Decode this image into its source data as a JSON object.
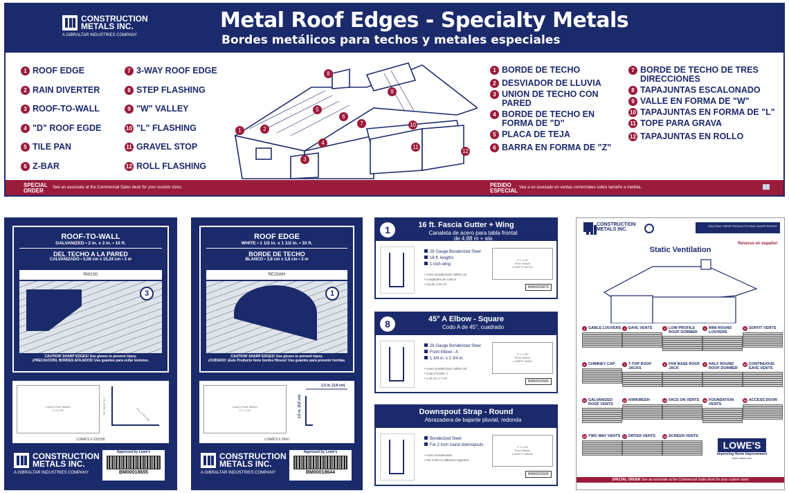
{
  "banner": {
    "logo_name": "CONSTRUCTION\nMETALS INC.",
    "logo_sub": "A GIBRALTAR INDUSTRIES COMPANY",
    "title": "Metal Roof Edges - Specialty Metals",
    "subtitle": "Bordes metálicos para techos y metales especiales",
    "en_col1": [
      {
        "n": "1",
        "t": "ROOF EDGE"
      },
      {
        "n": "2",
        "t": "RAIN DIVERTER"
      },
      {
        "n": "3",
        "t": "ROOF-TO-WALL"
      },
      {
        "n": "4",
        "t": "\"D\" ROOF EGDE"
      },
      {
        "n": "5",
        "t": "TILE PAN"
      },
      {
        "n": "6",
        "t": "Z-BAR"
      }
    ],
    "en_col2": [
      {
        "n": "7",
        "t": "3-WAY ROOF EDGE"
      },
      {
        "n": "8",
        "t": "STEP FLASHING"
      },
      {
        "n": "9",
        "t": "\"W\" VALLEY"
      },
      {
        "n": "10",
        "t": "\"L\" FLASHING"
      },
      {
        "n": "11",
        "t": "GRAVEL STOP"
      },
      {
        "n": "12",
        "t": "ROLL FLASHING"
      }
    ],
    "es_col1": [
      {
        "n": "1",
        "t": "BORDE DE TECHO"
      },
      {
        "n": "2",
        "t": "DESVIADOR DE LLUVIA"
      },
      {
        "n": "3",
        "t": "UNION DE TECHO CON PARED"
      },
      {
        "n": "4",
        "t": "BORDE DE TECHO EN FORMA DE \"D\""
      },
      {
        "n": "5",
        "t": "PLACA DE TEJA"
      },
      {
        "n": "6",
        "t": "BARRA EN FORMA DE \"Z\""
      }
    ],
    "es_col2": [
      {
        "n": "7",
        "t": "BORDE DE TECHO DE TRES DIRECCIONES"
      },
      {
        "n": "8",
        "t": "TAPAJUNTAS ESCALONADO"
      },
      {
        "n": "9",
        "t": "VALLE EN FORMA DE \"W\""
      },
      {
        "n": "10",
        "t": "TAPAJUNTAS EN FORMA DE \"L\""
      },
      {
        "n": "11",
        "t": "TOPE PARA GRAVA"
      },
      {
        "n": "12",
        "t": "TAPAJUNTAS EN ROLLO"
      }
    ],
    "house_markers": [
      "1",
      "2",
      "3",
      "4",
      "5",
      "6",
      "7",
      "8",
      "9",
      "10",
      "11",
      "12"
    ],
    "special_order": "SPECIAL\nORDER",
    "special_order_text": "See an associate at the Commercial Sales desk for your custom sizes.",
    "pedido": "PEDIDO\nESPECIAL",
    "pedido_text": "Vea a un asociado en ventas comerciales sobre tamaño a medida."
  },
  "card1": {
    "title": "ROOF-TO-WALL",
    "spec": "GALVANIZED • 2 in. x 3 in. • 10 ft.",
    "title_es": "DEL TECHO A LA PARED",
    "spec_es": "CALVANIZADO • 5,08 cm x 15,24 cm • 3 m",
    "code": "RW23G",
    "marker": "3",
    "caution": "CAUTION! SHARP EDGES! Use gloves to prevent injury.\n¡PRECAUCIÓN, BORDES AFILADOS! Use guantes para evitar lesiones.",
    "sticker": "Lowe's Price Sticker\n2\" x 1.25\"",
    "lowes_num": "LOWE'S # 222106",
    "dim1": "2 in. (5,08 cm)",
    "dim2": "3 in. (7,62 cm)",
    "logo_name": "CONSTRUCTION\nMETALS INC.",
    "logo_sub": "A GIBRALTAR INDUSTRIES COMPANY",
    "approved": "Approved by Lowe's",
    "barcode_num": "BM00018655"
  },
  "card2": {
    "title": "ROOF EDGE",
    "spec": "WHITE • 1 1/2 in. x 1 1/2 in. • 10 ft.",
    "title_es": "BORDE DE TECHO",
    "spec_es": "BLANCO • 3,8 cm x 3,8 cm • 3 m",
    "code": "RE15WH",
    "marker": "1",
    "caution": "CAUTION! SHARP EDGES! Use gloves to prevent injury.\n¡CUIDADO! ¡Este Producto tiene bordes filosos! Use guantes para prevenir heridas.",
    "sticker": "Lowe's Price Sticker\n2\" x 1.25\"",
    "lowes_num": "LOWE'S # 2fm0",
    "dim1": "1.5 in. (3,8 cm)",
    "dim2": "1.5 in. (3,8 cm)",
    "logo_name": "CONSTRUCTION\nMETALS INC.",
    "logo_sub": "A GIBRALTAR INDUSTRIES COMPANY",
    "approved": "Approved by Lowe's",
    "barcode_num": "BM00018644"
  },
  "labels": [
    {
      "num": "1",
      "title": "16 ft. Fascia Gutter + Wing",
      "sub": "Canaleta de acero para tabla frontal\nde 4,88 m + ala",
      "bullets": [
        "26 Gauge Bonderized Steel",
        "16 ft. lengths",
        "1 inch wing"
      ],
      "es": [
        "Acero bonderizado calibre 26",
        "Longitudes de 4,88 m",
        "Ala de 2,54 cm"
      ],
      "sticker": "2\" x 1.25\"\nPrice Sticker\nLOWE'S 202754",
      "code": "BM00053879"
    },
    {
      "num": "8",
      "title": "45° A Elbow - Square",
      "sub": "Codo A de 45°, cuadrado",
      "bullets": [
        "26 Gauge Bonderized Steel",
        "Front Elbow - A",
        "1 3/4 in. x 2 3/4 in."
      ],
      "es": [
        "Acero bonderizado calibre 26",
        "Codo Frontal, A",
        "4,44 cm x 7 cm"
      ],
      "sticker": "2\" x 1.25\"\nPrice Sticker\nLOWE'S 38460",
      "code": "BM00053585"
    },
    {
      "num": "",
      "title": "Downspout Strap - Round",
      "sub": "Abrazadera de bajante pluvial, redonda",
      "bullets": [
        "Bonderized Steel",
        "For 2 inch round downspouts"
      ],
      "es": [
        "Acero bonderizado",
        "Por 5,08 cm diámetro bajantes"
      ],
      "sticker": "2\" x 1.25\"\nPrice Sticker\nLOWE'S 128268",
      "code": "BM00053595"
    }
  ],
  "vent": {
    "logo_name": "CONSTRUCTION\nMETALS INC.",
    "caution": "CAUTION! THESE PRODUCTS HAVE SHARP EDGES!",
    "title": "Static Ventilation",
    "reverso": "Reverso en español",
    "items": [
      {
        "n": "1",
        "t": "GABLE LOUVERS"
      },
      {
        "n": "2",
        "t": "EAVE VENTS"
      },
      {
        "n": "3",
        "t": "LOW PROFILE ROOF DORMER"
      },
      {
        "n": "4",
        "t": "MINI ROUND LOUVERS"
      },
      {
        "n": "5",
        "t": "SOFFIT VENTS"
      },
      {
        "n": "6",
        "t": "CHIMNEY CAP"
      },
      {
        "n": "7",
        "t": "T-TOP ROOF JACKS"
      },
      {
        "n": "8",
        "t": "FHA BASE ROOF JACK"
      },
      {
        "n": "9",
        "t": "HALF ROUND ROOF DORMER"
      },
      {
        "n": "10",
        "t": "CONTINUOUS EAVE VENTS"
      },
      {
        "n": "11",
        "t": "GALVANIZED ROOF VENTS"
      },
      {
        "n": "12",
        "t": "KWIKMESH"
      },
      {
        "n": "13",
        "t": "FACE ON VENTS"
      },
      {
        "n": "14",
        "t": "FOUNDATION VENTS"
      },
      {
        "n": "15",
        "t": "ACCESS DOOR"
      },
      {
        "n": "16",
        "t": "TWO WAY VENTS"
      },
      {
        "n": "17",
        "t": "DRYER VENTS"
      },
      {
        "n": "18",
        "t": "SCREEN VENTS"
      }
    ],
    "lowes": "LOWE'S",
    "tagline": "Improving Home Improvement",
    "url": "Visit Lowes.com",
    "special": "SPECIAL ORDER",
    "special_text": "See an associate at the Commercial Sales desk for your custom sizes"
  }
}
